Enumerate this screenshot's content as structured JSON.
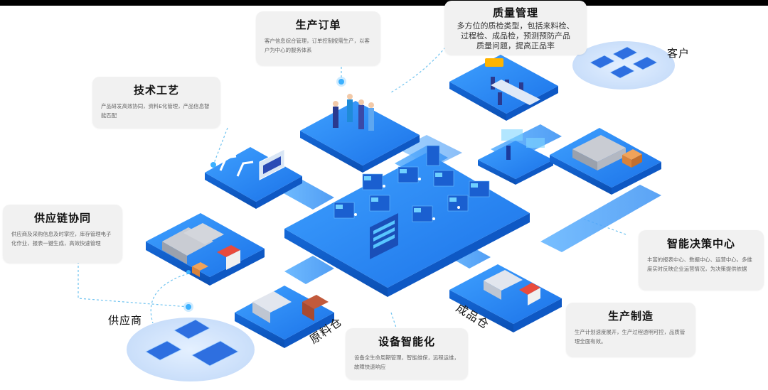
{
  "labels": {
    "production_order": {
      "title": "生产订单",
      "desc": "客户信息综合管理，订单控制按需生产，以客户为中心的服务体系"
    },
    "quality": {
      "title": "质量管理",
      "lines": [
        "多方位的质检类型，包括来料检、",
        "过程检、成品检，预测预防产品",
        "质量问题，提高正品率"
      ]
    },
    "customer": "客户",
    "tech_process": {
      "title": "技术工艺",
      "desc": "产品研发高效协同，资料E化管理，产品信息智能匹配"
    },
    "supply_chain": {
      "title": "供应链协同",
      "desc": "供应商及采购信息及时掌控，库存管理电子化作业，报表一键生成，高效快速管理"
    },
    "supplier": "供应商",
    "raw_warehouse": "原料仓",
    "finished_warehouse": "成品仓",
    "smart_decision": {
      "title": "智能决策中心",
      "desc": "丰富的报表中心、数据中心、运营中心，多维度实时反映企业运营情况，为决策提供依据"
    },
    "manufacturing": {
      "title": "生产制造",
      "desc": "生产计划速度展开，生产过程透明可控，品质管理全面有效。"
    },
    "equipment": {
      "title": "设备智能化",
      "desc": "设备全生命周期管理，智能维保，远程运维，故障快速响应"
    }
  },
  "colors": {
    "accent": "#1e7cf2",
    "platform_top": "#2f8ff6",
    "platform_side": "#1166d8",
    "card_bg": "#f1f1f1"
  },
  "icons": [
    "people-figures",
    "robot-arm-icon",
    "laptop-icon",
    "warehouse-icon",
    "truck-icon",
    "box-icon",
    "server-rack-icon"
  ]
}
